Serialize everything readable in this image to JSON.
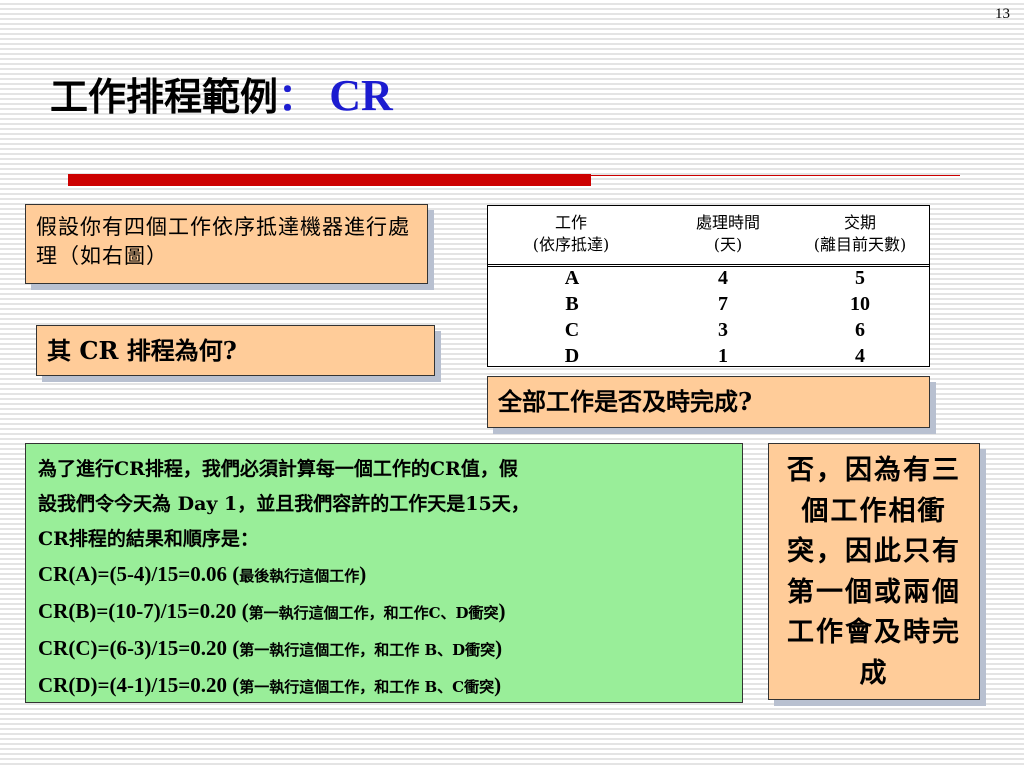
{
  "page_number": "13",
  "title": {
    "main": "工作排程範例",
    "colon": "：",
    "accent": "CR"
  },
  "assumption_text": "假設你有四個工作依序抵達機器進行處理（如右圖）",
  "question_text": "其 CR 排程為何?",
  "ontime_question": "全部工作是否及時完成?",
  "jobs_table": {
    "headers": [
      {
        "line1": "工作",
        "line2": "(依序抵達)"
      },
      {
        "line1": "處理時間",
        "line2": "(天)"
      },
      {
        "line1": "交期",
        "line2": "(離目前天數)"
      }
    ],
    "rows": [
      [
        "A",
        "4",
        "5"
      ],
      [
        "B",
        "7",
        "10"
      ],
      [
        "C",
        "3",
        "6"
      ],
      [
        "D",
        "1",
        "4"
      ]
    ]
  },
  "explanation": {
    "line1": "為了進行CR排程，我們必須計算每一個工作的CR值，假",
    "line2": "設我們令今天為 Day 1，並且我們容許的工作天是15天，",
    "line3": "CR排程的結果和順序是：",
    "items": [
      {
        "formula": "CR(A)=(5-4)/15=0.06 (",
        "note": "最後執行這個工作",
        "close": ")"
      },
      {
        "formula": "CR(B)=(10-7)/15=0.20 (",
        "note": "第一執行這個工作，和工作C、D衝突",
        "close": ")"
      },
      {
        "formula": "CR(C)=(6-3)/15=0.20 (",
        "note": "第一執行這個工作，和工作 B、D衝突",
        "close": ")"
      },
      {
        "formula": "CR(D)=(4-1)/15=0.20 (",
        "note": "第一執行這個工作，和工作 B、C衝突",
        "close": ")"
      }
    ]
  },
  "answer_text": "否，因為有三個工作相衝突，因此只有第一個或兩個工作會及時完成"
}
